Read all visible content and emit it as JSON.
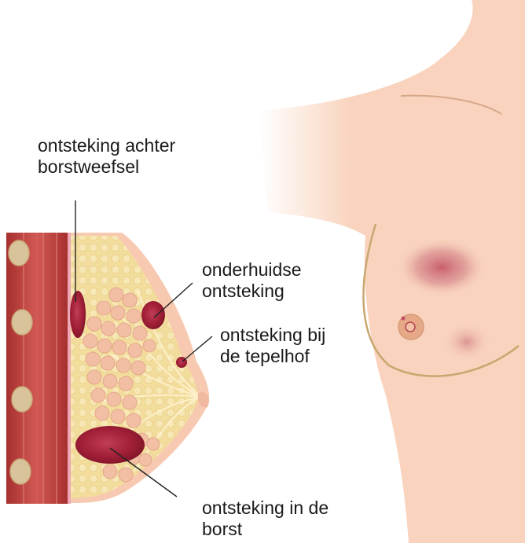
{
  "labels": {
    "behind_tissue": {
      "line1": "ontsteking achter",
      "line2": "borstweefsel"
    },
    "subcutaneous": {
      "line1": "onderhuidse",
      "line2": "ontsteking"
    },
    "areola": {
      "line1": "ontsteking bij",
      "line2": "de tepelhof"
    },
    "in_breast": {
      "line1": "ontsteking in de",
      "line2": "borst"
    }
  },
  "colors": {
    "skin": "#f9d3bd",
    "skin_shadow": "#eab89c",
    "muscle": "#c7423f",
    "tissue": "#f3dfa0",
    "lobules": "#f2c1a8",
    "inflammation": "#b0263e",
    "leader_line": "#222222"
  }
}
